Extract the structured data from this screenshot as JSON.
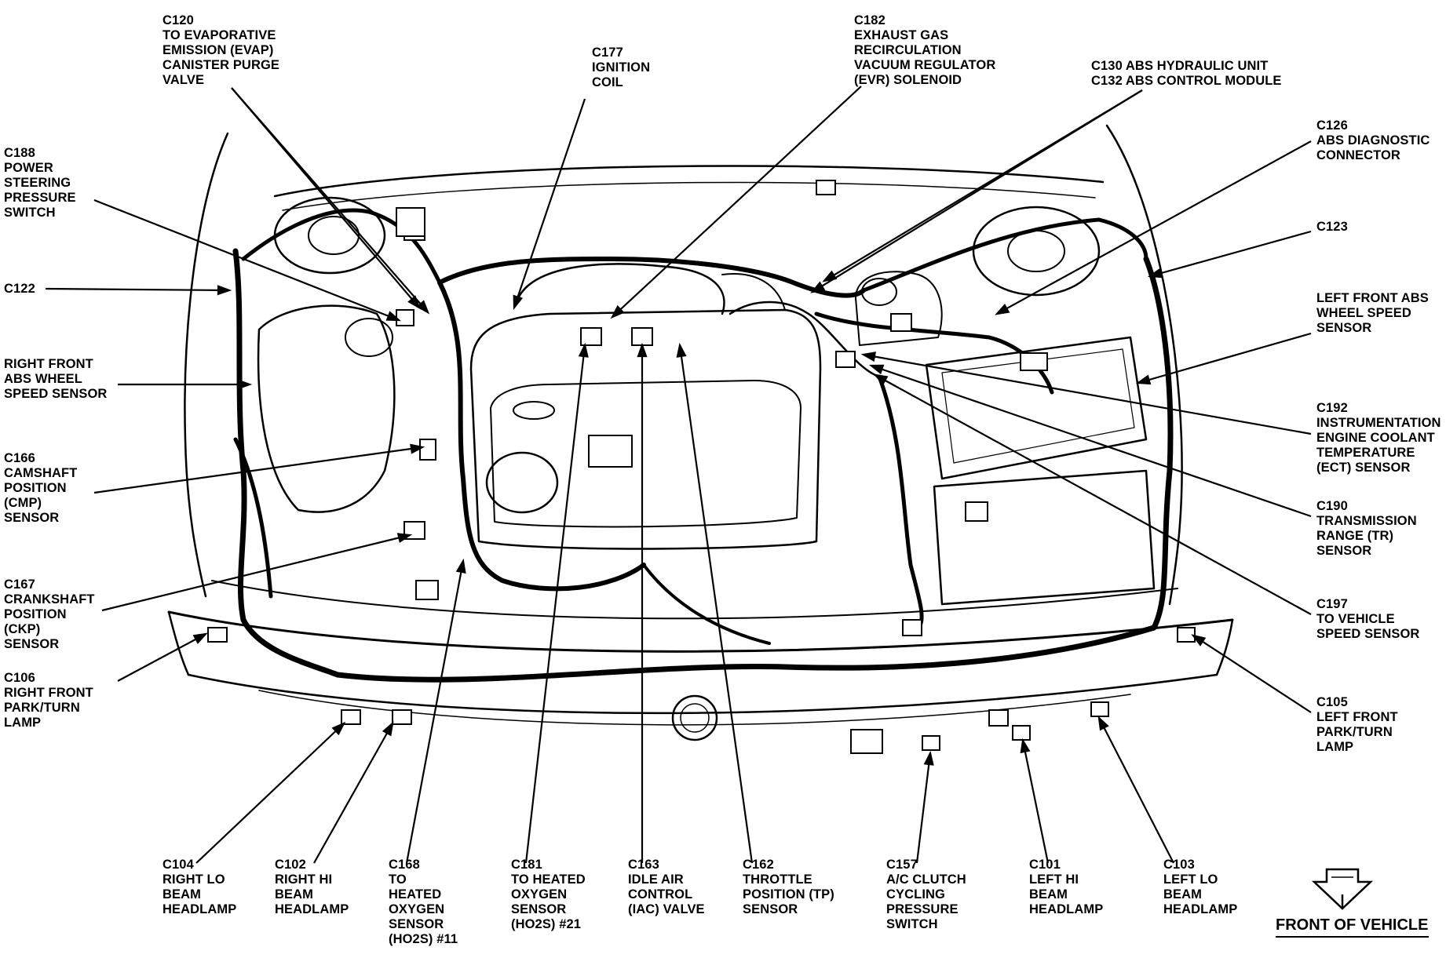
{
  "labels": {
    "C120": [
      "C120",
      "TO EVAPORATIVE",
      "EMISSION (EVAP)",
      "CANISTER PURGE",
      "VALVE"
    ],
    "C177": [
      "C177",
      "IGNITION",
      "COIL"
    ],
    "C182": [
      "C182",
      "EXHAUST GAS",
      "RECIRCULATION",
      "VACUUM REGULATOR",
      "(EVR) SOLENOID"
    ],
    "C130": [
      "C130 ABS HYDRAULIC UNIT",
      "C132 ABS CONTROL MODULE"
    ],
    "C126": [
      "C126",
      "ABS DIAGNOSTIC",
      "CONNECTOR"
    ],
    "C188": [
      "C188",
      "POWER",
      "STEERING",
      "PRESSURE",
      "SWITCH"
    ],
    "C123": [
      "C123"
    ],
    "C122": [
      "C122"
    ],
    "LFABS": [
      "LEFT FRONT ABS",
      "WHEEL SPEED",
      "SENSOR"
    ],
    "RFABS": [
      "RIGHT FRONT",
      "ABS WHEEL",
      "SPEED SENSOR"
    ],
    "C192": [
      "C192",
      "INSTRUMENTATION",
      "ENGINE COOLANT",
      "TEMPERATURE",
      "(ECT) SENSOR"
    ],
    "C166": [
      "C166",
      "CAMSHAFT",
      "POSITION",
      "(CMP)",
      "SENSOR"
    ],
    "C190": [
      "C190",
      "TRANSMISSION",
      "RANGE (TR)",
      "SENSOR"
    ],
    "C167": [
      "C167",
      "CRANKSHAFT",
      "POSITION",
      "(CKP)",
      "SENSOR"
    ],
    "C197": [
      "C197",
      "TO VEHICLE",
      "SPEED SENSOR"
    ],
    "C106": [
      "C106",
      "RIGHT FRONT",
      "PARK/TURN",
      "LAMP"
    ],
    "C105": [
      "C105",
      "LEFT FRONT",
      "PARK/TURN",
      "LAMP"
    ],
    "C104": [
      "C104",
      "RIGHT LO",
      "BEAM",
      "HEADLAMP"
    ],
    "C102": [
      "C102",
      "RIGHT HI",
      "BEAM",
      "HEADLAMP"
    ],
    "C168": [
      "C168",
      "TO",
      "HEATED",
      "OXYGEN",
      "SENSOR",
      "(HO2S) #11"
    ],
    "C181": [
      "C181",
      "TO HEATED",
      "OXYGEN",
      "SENSOR",
      "(HO2S) #21"
    ],
    "C163": [
      "C163",
      "IDLE AIR",
      "CONTROL",
      "(IAC) VALVE"
    ],
    "C162": [
      "C162",
      "THROTTLE",
      "POSITION (TP)",
      "SENSOR"
    ],
    "C157": [
      "C157",
      "A/C CLUTCH",
      "CYCLING",
      "PRESSURE",
      "SWITCH"
    ],
    "C101": [
      "C101",
      "LEFT HI",
      "BEAM",
      "HEADLAMP"
    ],
    "C103": [
      "C103",
      "LEFT LO",
      "BEAM",
      "HEADLAMP"
    ]
  },
  "front_of_vehicle": "FRONT OF VEHICLE"
}
